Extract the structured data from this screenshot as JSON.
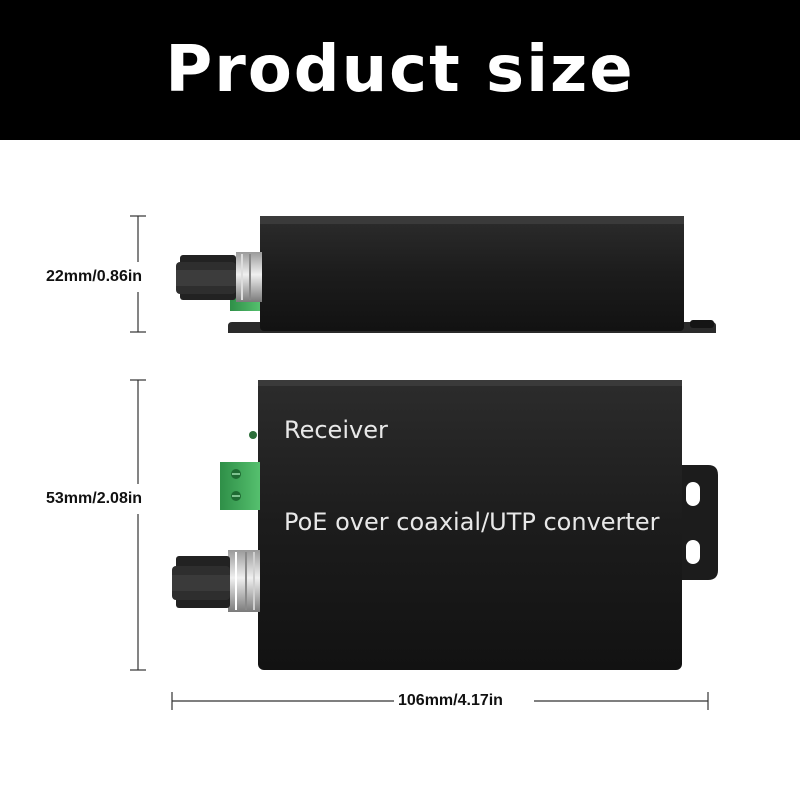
{
  "banner": {
    "title": "Product size"
  },
  "dimensions": {
    "height_side": "22mm/0.86in",
    "height_top": "53mm/2.08in",
    "length": "106mm/4.17in"
  },
  "device": {
    "label_line1": "Receiver",
    "label_line2": "PoE over coaxial/UTP converter"
  },
  "colors": {
    "banner_bg": "#000000",
    "banner_text": "#ffffff",
    "device_body": "#1e1e1e",
    "terminal_block": "#3fa85a",
    "connector_metal": "#b8b8b8"
  }
}
